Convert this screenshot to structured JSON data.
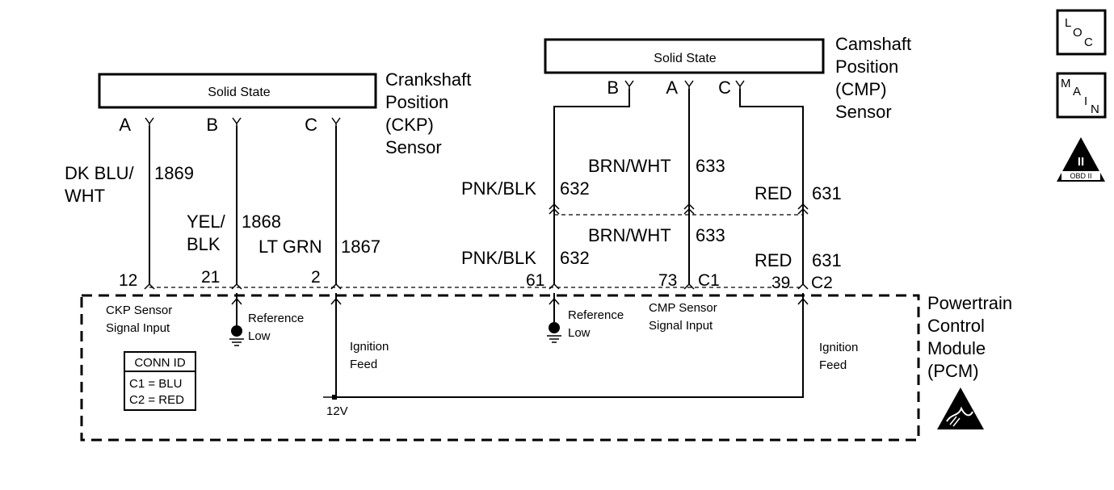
{
  "ckp_sensor": {
    "box_label": "Solid State",
    "name_lines": [
      "Crankshaft",
      "Position",
      "(CKP)",
      "Sensor"
    ],
    "pins": [
      "A",
      "B",
      "C"
    ]
  },
  "cmp_sensor": {
    "box_label": "Solid State",
    "name_lines": [
      "Camshaft",
      "Position",
      "(CMP)",
      "Sensor"
    ],
    "pins": [
      "B",
      "A",
      "C"
    ]
  },
  "ckp_wires": {
    "a_color_lines": [
      "DK BLU/",
      "WHT"
    ],
    "a_circuit": "1869",
    "b_color_lines": [
      "YEL/",
      "BLK"
    ],
    "b_circuit": "1868",
    "c_color": "LT GRN",
    "c_circuit": "1867"
  },
  "cmp_wires_upper": {
    "b_color": "PNK/BLK",
    "b_circuit": "632",
    "a_color": "BRN/WHT",
    "a_circuit": "633",
    "c_color": "RED",
    "c_circuit": "631"
  },
  "cmp_wires_lower": {
    "b_color": "PNK/BLK",
    "b_circuit": "632",
    "a_color": "BRN/WHT",
    "a_circuit": "633",
    "c_color": "RED",
    "c_circuit": "631"
  },
  "pcm_pins": {
    "p12": "12",
    "p21": "21",
    "p2": "2",
    "p61": "61",
    "p73": "73",
    "c1": "C1",
    "p39": "39",
    "c2": "C2"
  },
  "pcm": {
    "name_lines": [
      "Powertrain",
      "Control",
      "Module",
      "(PCM)"
    ],
    "ckp_input_lines": [
      "CKP Sensor",
      "Signal Input"
    ],
    "ref_low_lines": [
      "Reference",
      "Low"
    ],
    "ign_feed_lines": [
      "Ignition",
      "Feed"
    ],
    "cmp_ref_low_lines": [
      "Reference",
      "Low"
    ],
    "cmp_input_lines": [
      "CMP Sensor",
      "Signal Input"
    ],
    "cmp_ign_feed_lines": [
      "Ignition",
      "Feed"
    ],
    "voltage": "12V"
  },
  "conn_id": {
    "title": "CONN ID",
    "rows": [
      "C1 = BLU",
      "C2 = RED"
    ]
  },
  "icons": {
    "loc": {
      "big": "L",
      "sub": "O",
      "sub2": "C"
    },
    "main": {
      "l1": "M",
      "l2": "A",
      "l3": "I",
      "l4": "N"
    },
    "obd": {
      "numeral": "II",
      "label": "OBD II"
    }
  }
}
